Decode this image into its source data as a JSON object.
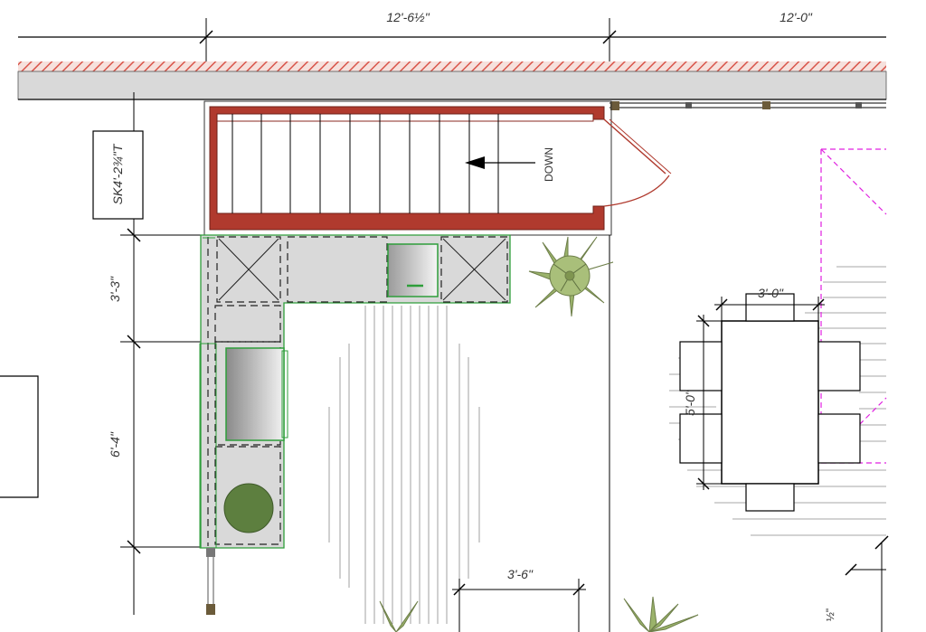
{
  "dimensions": {
    "top_span_left": "12'-6½\"",
    "top_span_right": "12'-0\"",
    "vertical_upper": "3'-3\"",
    "vertical_lower": "6'-4\"",
    "table_width": "3'-0\"",
    "table_length": "5'-0\"",
    "bottom_span": "3'-6\"",
    "partial_right": "½\""
  },
  "labels": {
    "stair_direction": "DOWN",
    "sink_tag": "SK4'-2¾\"T"
  },
  "colors": {
    "stair_wall": "#b03a2e",
    "cabinet_outline": "#2e9e3a",
    "appliance_fill": "#808080",
    "grill_fill": "#5d7f3f",
    "zone_outline": "#e020e0",
    "hatch": "#d9554a",
    "plant": "#9bb36b"
  },
  "icons": [
    "stair-arrow-icon",
    "plant-icon",
    "grill-icon",
    "sink-icon"
  ]
}
